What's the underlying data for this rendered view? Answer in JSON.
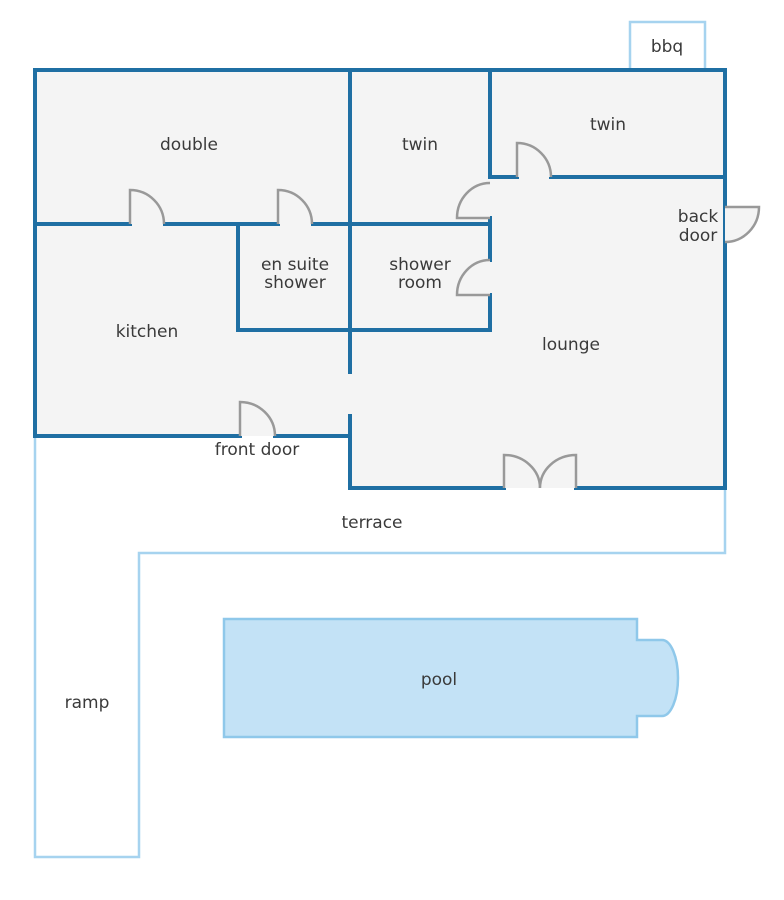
{
  "title": "Floor plan",
  "rooms": {
    "bbq": "bbq",
    "double": "double",
    "twin_middle": "twin",
    "twin_right": "twin",
    "back_door_1": "back",
    "back_door_2": "door",
    "en_suite_1": "en suite",
    "en_suite_2": "shower",
    "shower_room_1": "shower",
    "shower_room_2": "room",
    "kitchen": "kitchen",
    "lounge": "lounge",
    "front_door": "front door",
    "terrace": "terrace",
    "pool": "pool",
    "ramp": "ramp"
  },
  "colors": {
    "wall": "#1f6fa3",
    "floor": "#f4f4f4",
    "outdoor_outline": "#a6d3ef",
    "pool": "#c3e2f6"
  }
}
